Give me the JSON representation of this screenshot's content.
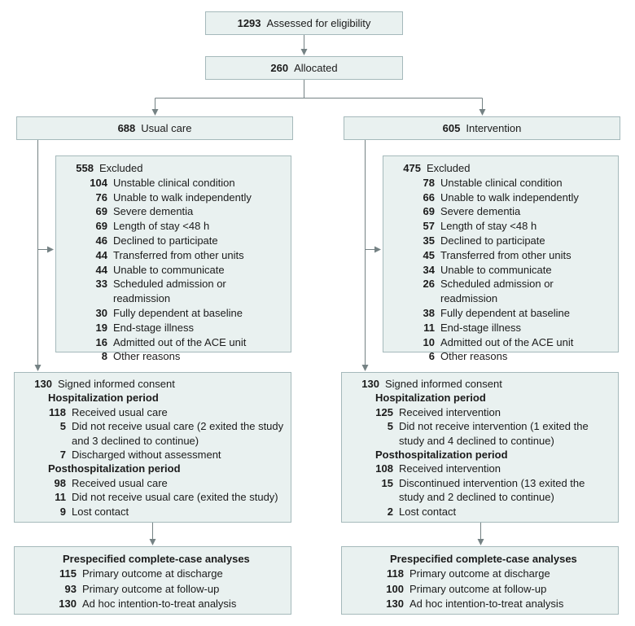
{
  "colors": {
    "box_fill": "#e9f1f0",
    "box_border": "#a5b9bb",
    "arrow_line": "#758284",
    "text": "#1b1b1b"
  },
  "top": {
    "assessed": {
      "n": "1293",
      "label": "Assessed for eligibility"
    },
    "allocated": {
      "n": "260",
      "label": "Allocated"
    }
  },
  "left": {
    "arm": {
      "n": "688",
      "label": "Usual care"
    },
    "excluded": {
      "header": {
        "n": "558",
        "label": "Excluded"
      },
      "reasons": [
        {
          "n": "104",
          "label": "Unstable clinical condition"
        },
        {
          "n": "76",
          "label": "Unable to walk independently"
        },
        {
          "n": "69",
          "label": "Severe dementia"
        },
        {
          "n": "69",
          "label": "Length of stay <48 h"
        },
        {
          "n": "46",
          "label": "Declined to participate"
        },
        {
          "n": "44",
          "label": "Transferred from other units"
        },
        {
          "n": "44",
          "label": "Unable to communicate"
        },
        {
          "n": "33",
          "label": "Scheduled admission or readmission"
        },
        {
          "n": "30",
          "label": "Fully dependent at baseline"
        },
        {
          "n": "19",
          "label": "End-stage illness"
        },
        {
          "n": "16",
          "label": "Admitted out of the ACE unit"
        },
        {
          "n": "8",
          "label": "Other reasons"
        }
      ]
    },
    "consent": {
      "header": {
        "n": "130",
        "label": "Signed informed consent"
      },
      "hosp_heading": "Hospitalization period",
      "hosp_items": [
        {
          "n": "118",
          "label": "Received usual care"
        },
        {
          "n": "5",
          "label": "Did not receive usual care (2 exited the study and 3 declined to continue)"
        },
        {
          "n": "7",
          "label": "Discharged without assessment"
        }
      ],
      "posthosp_heading": "Posthospitalization period",
      "posthosp_items": [
        {
          "n": "98",
          "label": "Received usual care"
        },
        {
          "n": "11",
          "label": "Did not receive usual care (exited the study)"
        },
        {
          "n": "9",
          "label": "Lost contact"
        }
      ]
    },
    "analyses": {
      "heading": "Prespecified complete-case analyses",
      "items": [
        {
          "n": "115",
          "label": "Primary outcome at discharge"
        },
        {
          "n": "93",
          "label": "Primary outcome at follow-up"
        },
        {
          "n": "130",
          "label": "Ad hoc intention-to-treat analysis"
        }
      ]
    }
  },
  "right": {
    "arm": {
      "n": "605",
      "label": "Intervention"
    },
    "excluded": {
      "header": {
        "n": "475",
        "label": "Excluded"
      },
      "reasons": [
        {
          "n": "78",
          "label": "Unstable clinical condition"
        },
        {
          "n": "66",
          "label": "Unable to walk independently"
        },
        {
          "n": "69",
          "label": "Severe dementia"
        },
        {
          "n": "57",
          "label": "Length of stay <48 h"
        },
        {
          "n": "35",
          "label": "Declined to participate"
        },
        {
          "n": "45",
          "label": "Transferred from other units"
        },
        {
          "n": "34",
          "label": "Unable to communicate"
        },
        {
          "n": "26",
          "label": "Scheduled admission or readmission"
        },
        {
          "n": "38",
          "label": "Fully dependent at baseline"
        },
        {
          "n": "11",
          "label": "End-stage illness"
        },
        {
          "n": "10",
          "label": "Admitted out of the ACE unit"
        },
        {
          "n": "6",
          "label": "Other reasons"
        }
      ]
    },
    "consent": {
      "header": {
        "n": "130",
        "label": "Signed informed consent"
      },
      "hosp_heading": "Hospitalization period",
      "hosp_items": [
        {
          "n": "125",
          "label": "Received intervention"
        },
        {
          "n": "5",
          "label": "Did not receive intervention (1 exited the study and 4 declined to continue)"
        }
      ],
      "posthosp_heading": "Posthospitalization period",
      "posthosp_items": [
        {
          "n": "108",
          "label": "Received intervention"
        },
        {
          "n": "15",
          "label": "Discontinued intervention (13 exited the study and 2 declined to continue)"
        },
        {
          "n": "2",
          "label": "Lost contact"
        }
      ]
    },
    "analyses": {
      "heading": "Prespecified complete-case analyses",
      "items": [
        {
          "n": "118",
          "label": "Primary outcome at discharge"
        },
        {
          "n": "100",
          "label": "Primary outcome at follow-up"
        },
        {
          "n": "130",
          "label": "Ad hoc intention-to-treat analysis"
        }
      ]
    }
  }
}
